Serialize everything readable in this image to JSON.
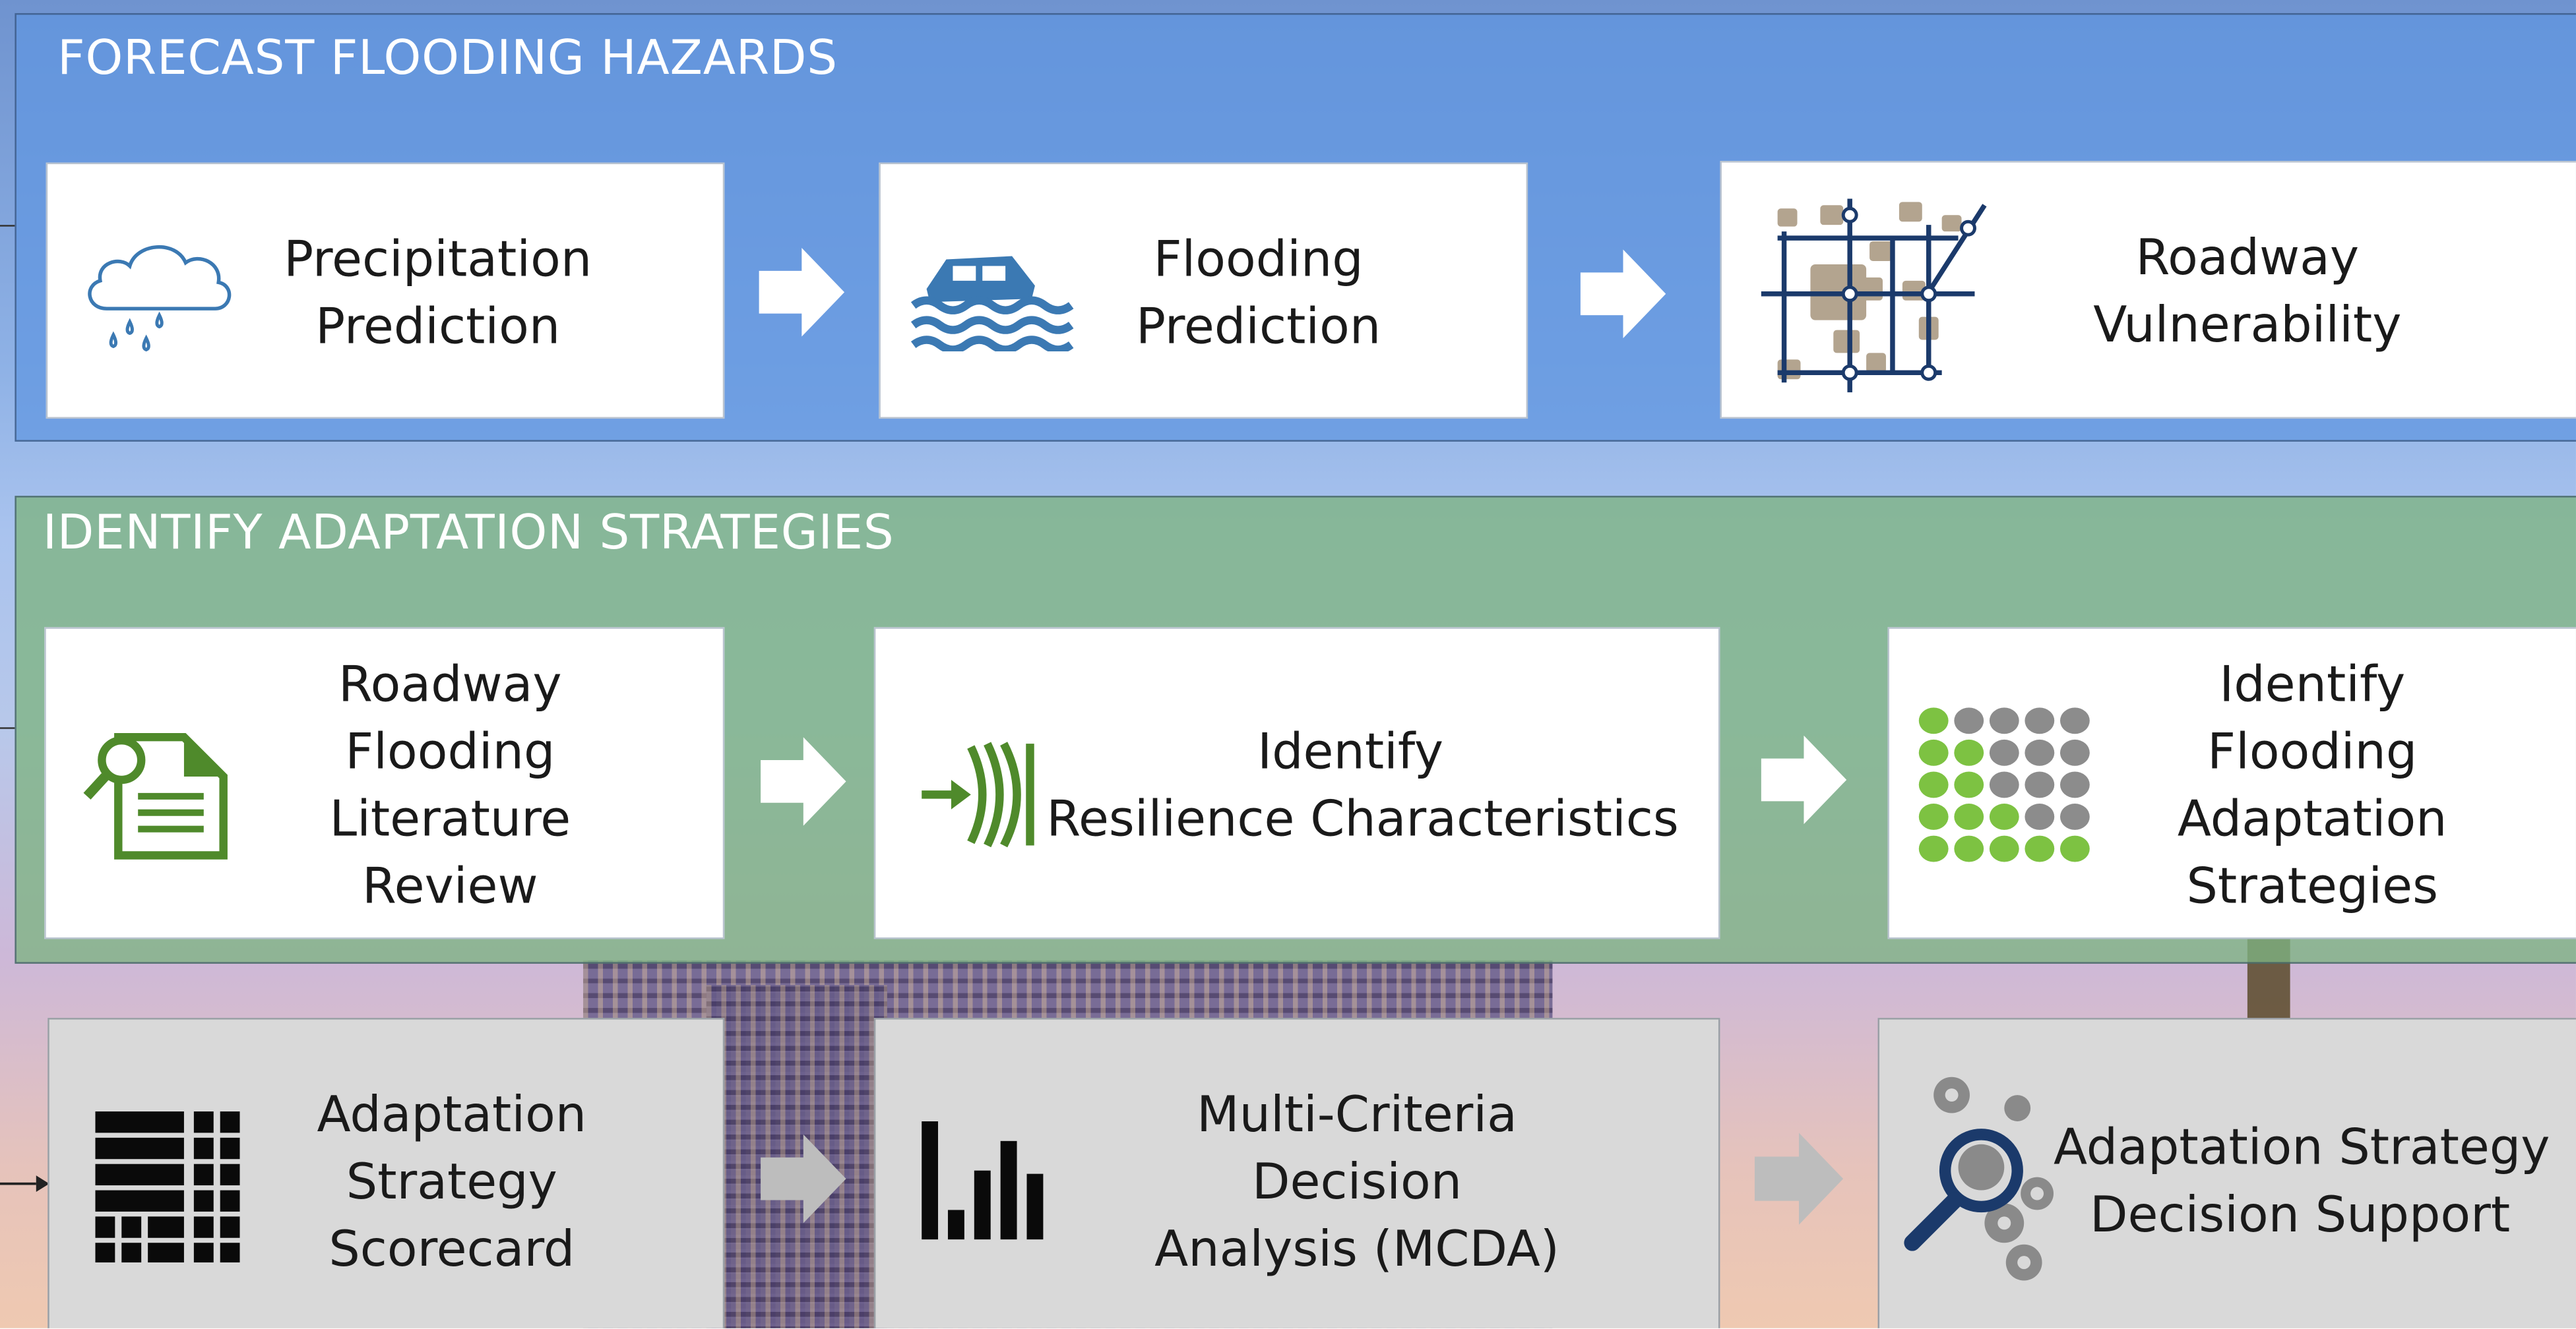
{
  "sections": {
    "forecast": {
      "title": "FORECAST FLOODING HAZARDS"
    },
    "identify": {
      "title": "IDENTIFY ADAPTATION STRATEGIES"
    }
  },
  "steps": {
    "precipitation": {
      "line1": "Precipitation",
      "line2": "Prediction",
      "icon": "rain-cloud-icon"
    },
    "flooding": {
      "line1": "Flooding",
      "line2": "Prediction",
      "icon": "submerged-car-icon"
    },
    "roadway_vulnerability": {
      "line1": "Roadway",
      "line2": "Vulnerability",
      "icon": "road-network-map-icon"
    },
    "literature_review": {
      "line1": "Roadway",
      "line2": "Flooding",
      "line3": "Literature",
      "line4": "Review",
      "icon": "document-search-icon"
    },
    "resilience": {
      "line1": "Identify",
      "line2": "Resilience Characteristics",
      "icon": "resilience-arrow-icon"
    },
    "adaptation_strategies": {
      "line1": "Identify",
      "line2": "Flooding",
      "line3": "Adaptation",
      "line4": "Strategies",
      "icon": "dot-matrix-icon"
    },
    "scorecard": {
      "line1": "Adaptation",
      "line2": "Strategy",
      "line3": "Scorecard",
      "icon": "scorecard-grid-icon"
    },
    "mcda": {
      "line1": "Multi-Criteria",
      "line2": "Decision",
      "line3": "Analysis (MCDA)",
      "icon": "bar-chart-icon"
    },
    "decision_support": {
      "line1": "Adaptation Strategy",
      "line2": "Decision Support",
      "icon": "gear-magnifier-icon"
    }
  },
  "colors": {
    "blue_band": "#5f96e1",
    "green_band": "#7db482",
    "blue_icon": "#3b79b3",
    "green_icon": "#4f8a2b",
    "green_dot": "#7dc242",
    "gray_dot": "#8c8c8c",
    "gray_box": "#d9d9d9",
    "navy_icon": "#1b3a6b",
    "tan": "#b3a48f"
  }
}
